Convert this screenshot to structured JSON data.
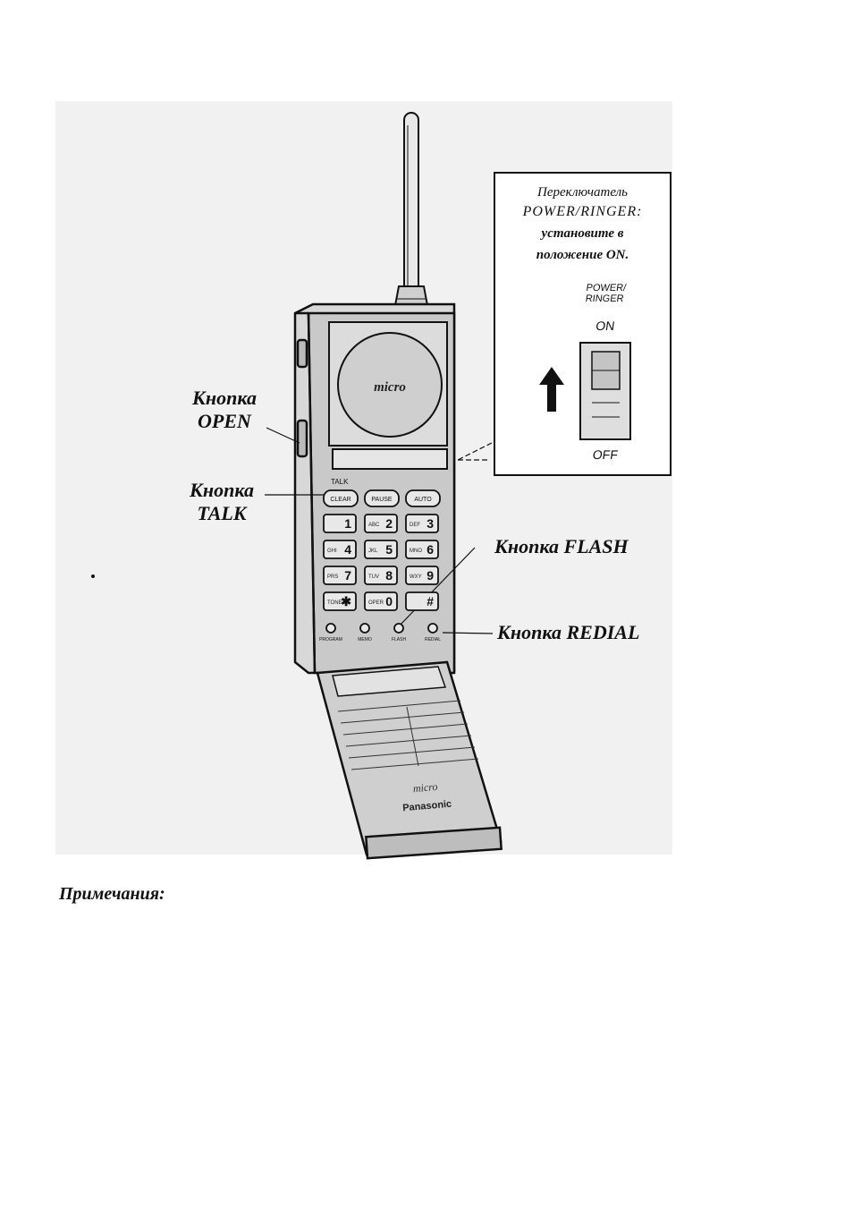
{
  "callouts": {
    "open_word": "Кнопка",
    "open_name": "OPEN",
    "talk_word": "Кнопка",
    "talk_name": "TALK",
    "flash": "Кнопка FLASH",
    "redial": "Кнопка REDIAL"
  },
  "power_box": {
    "line1": "Переключатель",
    "line2": "POWER/RINGER:",
    "line3": "установите в",
    "line4": "положение ON.",
    "switch_label_1": "POWER/",
    "switch_label_2": "RINGER",
    "on_label": "ON",
    "off_label": "OFF"
  },
  "phone": {
    "talk_key": "TALK",
    "function_keys": [
      "CLEAR",
      "PAUSE",
      "AUTO"
    ],
    "keypad": [
      {
        "digit": "1",
        "letters": ""
      },
      {
        "digit": "2",
        "letters": "ABC"
      },
      {
        "digit": "3",
        "letters": "DEF"
      },
      {
        "digit": "4",
        "letters": "GHI"
      },
      {
        "digit": "5",
        "letters": "JKL"
      },
      {
        "digit": "6",
        "letters": "MNO"
      },
      {
        "digit": "7",
        "letters": "PRS"
      },
      {
        "digit": "8",
        "letters": "TUV"
      },
      {
        "digit": "9",
        "letters": "WXY"
      },
      {
        "digit": "✱",
        "letters": "TONE"
      },
      {
        "digit": "0",
        "letters": "OPER"
      },
      {
        "digit": "#",
        "letters": ""
      }
    ],
    "bottom_keys": [
      "PROGRAM",
      "MEMO",
      "FLASH",
      "REDIAL"
    ],
    "brand": "Panasonic"
  },
  "notes_title": "Примечания:"
}
